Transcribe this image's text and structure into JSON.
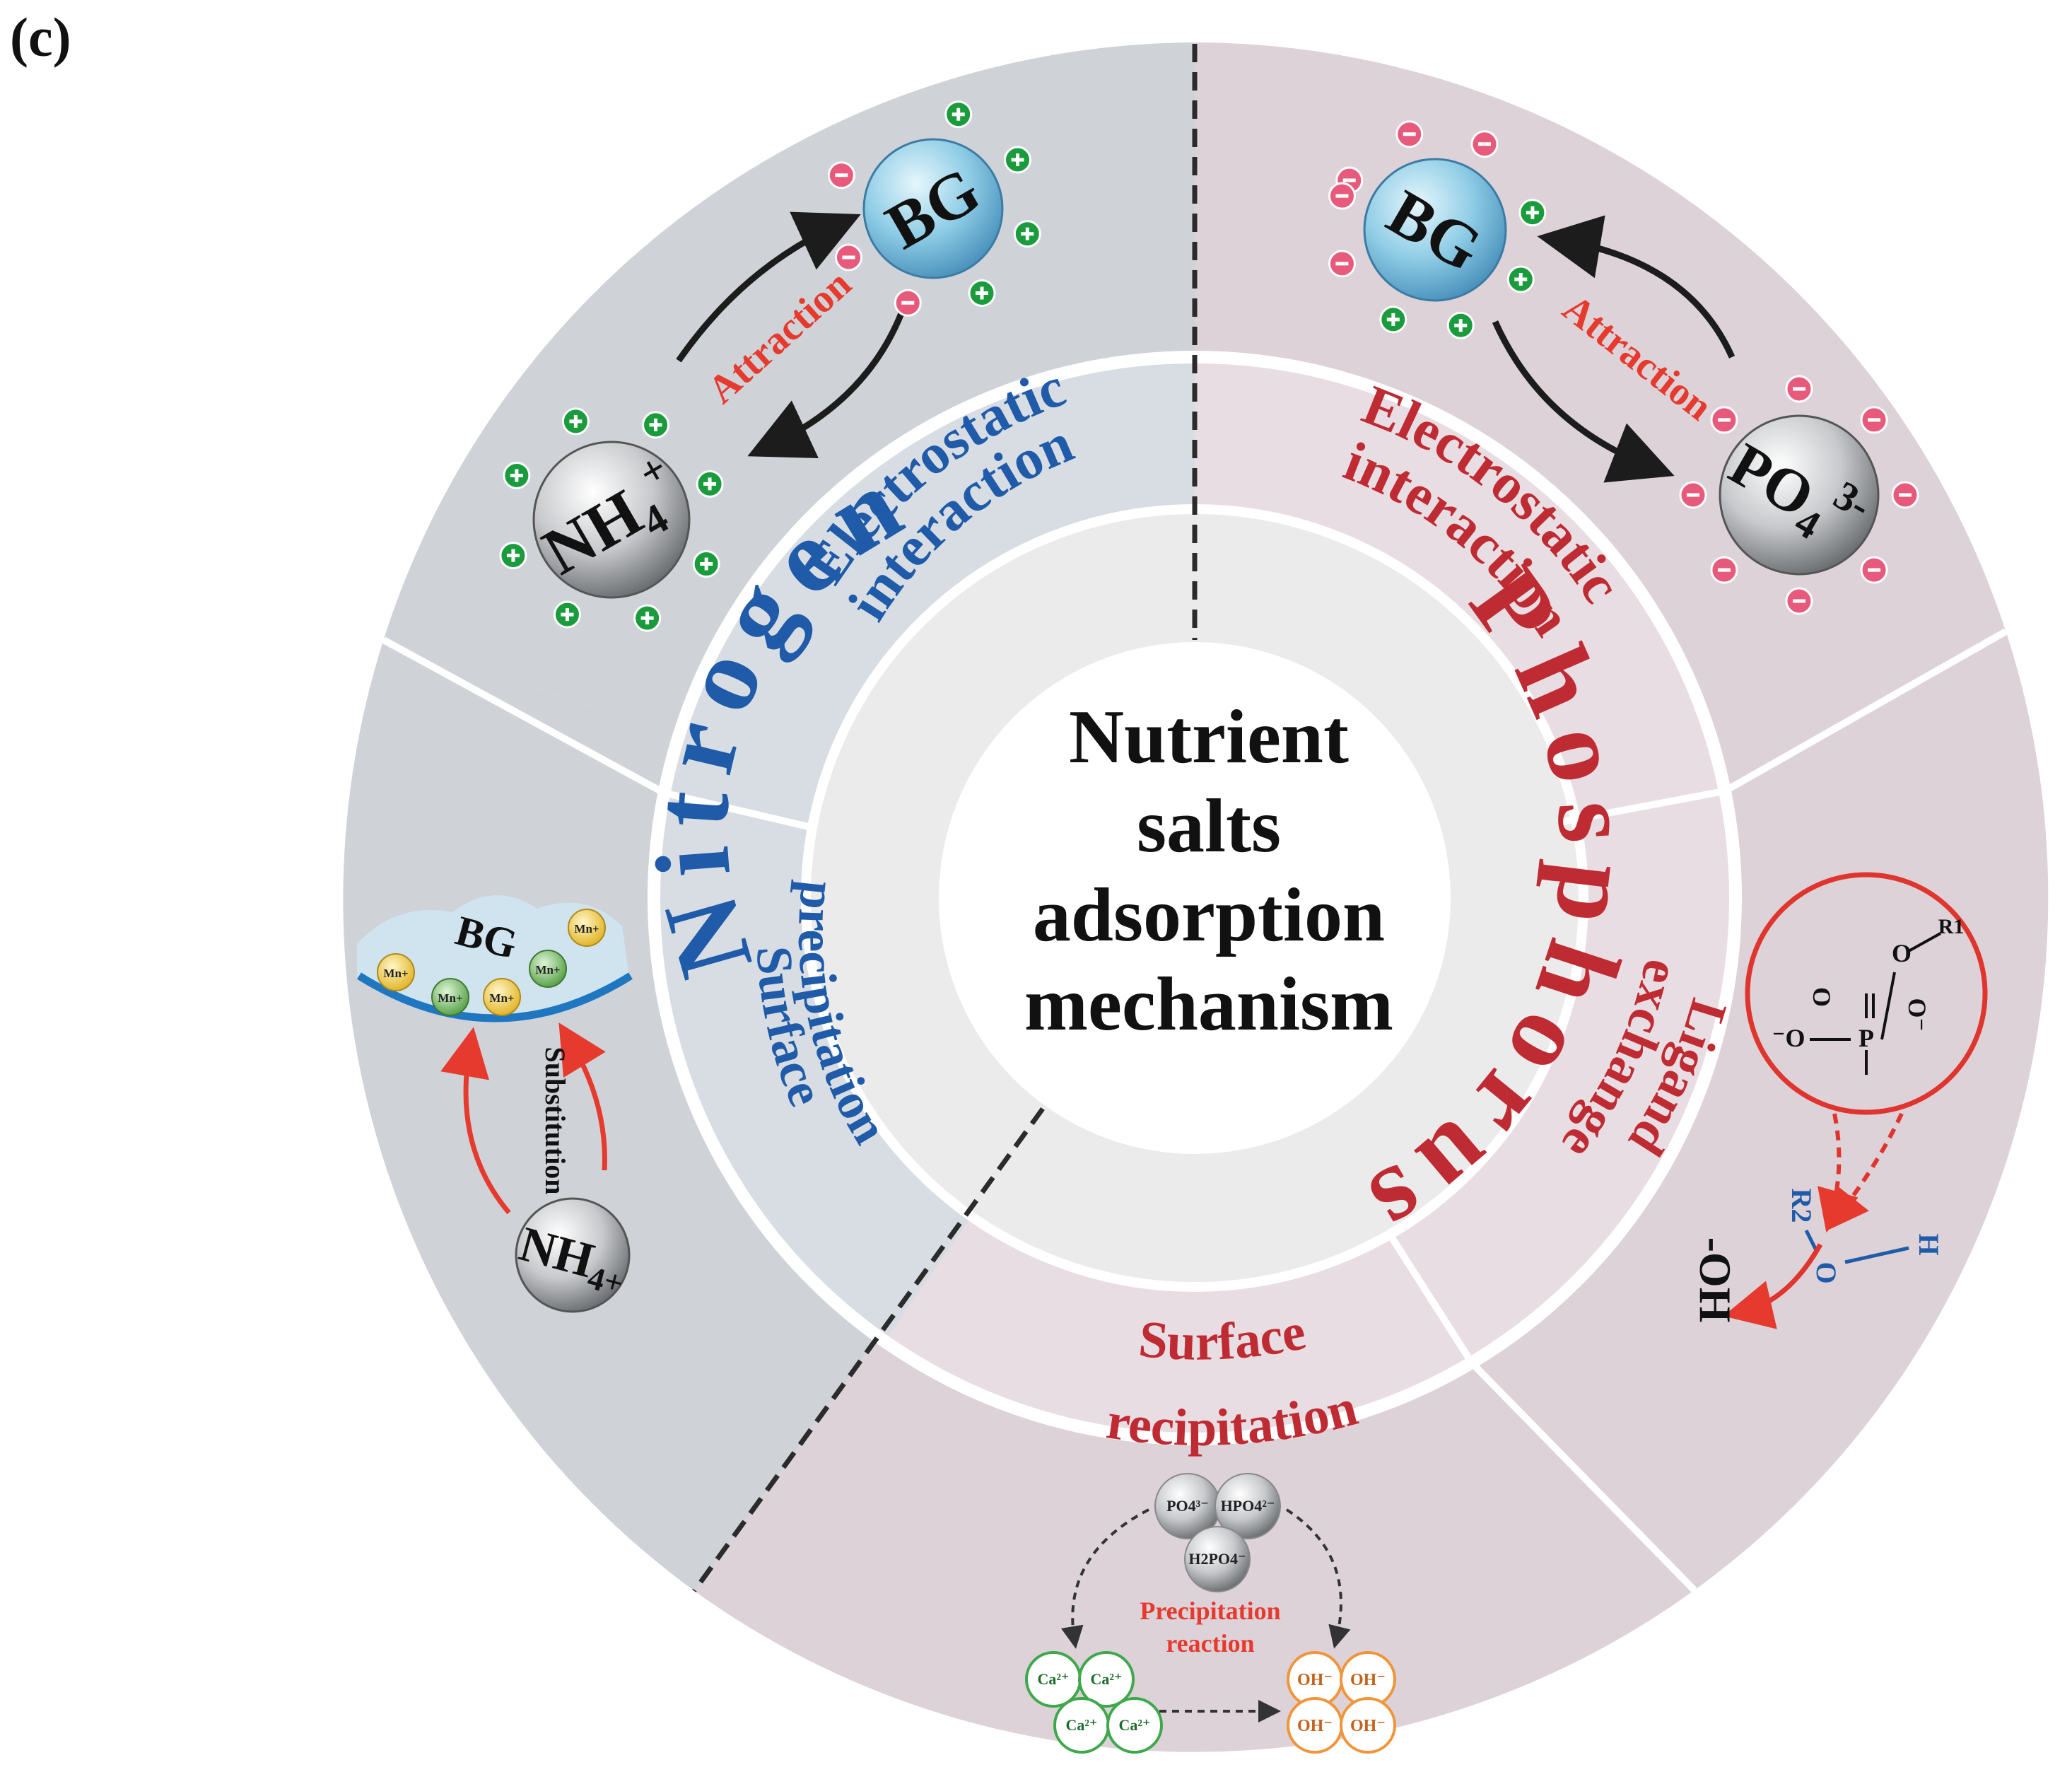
{
  "panel_label": "(c)",
  "title_lines": [
    "Nutrient",
    "salts",
    "adsorption",
    "mechanism"
  ],
  "ring_labels": {
    "nitrogen": "Nitrogen",
    "phosphorus": "Phosphorus"
  },
  "mechanisms": {
    "n_electrostatic": [
      "Electrostatic",
      "interaction"
    ],
    "n_surface": [
      "Surface",
      "precipitation"
    ],
    "p_electrostatic": [
      "Electrostatic",
      "interaction"
    ],
    "p_ligand": [
      "Ligand",
      "exchange"
    ],
    "p_surface": [
      "Surface",
      "recipitation"
    ]
  },
  "illustrations": {
    "bg": "BG",
    "nh4": "NH",
    "nh4_sub": "4",
    "nh4_sup": "+",
    "po4": "PO",
    "po4_sub": "4",
    "po4_sup": "3-",
    "attraction": "Attraction",
    "substitution": "Substitution",
    "metal_ion": "Mn+",
    "precipitation": [
      "Precipitation",
      "reaction"
    ],
    "phosphate_species": [
      "PO4³⁻",
      "HPO4²⁻",
      "H2PO4⁻"
    ],
    "calcium": "Ca²⁺",
    "hydroxide": "OH⁻",
    "hydroxyl_leaving": "-OH",
    "ligand_atoms": {
      "o": "O",
      "p": "P",
      "r1": "R1",
      "r2": "R2",
      "h": "H",
      "o_minus": "O⁻",
      "o_minus_left": "⁻O"
    }
  },
  "colors": {
    "nitrogen_blue": "#1f5ba8",
    "phosphorus_red": "#bf2b33",
    "plus_green": "#1a9b3c",
    "minus_pink": "#e85a7c",
    "attraction_red": "#e63a2e",
    "outer_n": "#cfd3d7",
    "outer_p": "#dcd2d8",
    "middle_n": "#d8dde3",
    "middle_p": "#e8dde2",
    "inner": "#ebebeb"
  }
}
